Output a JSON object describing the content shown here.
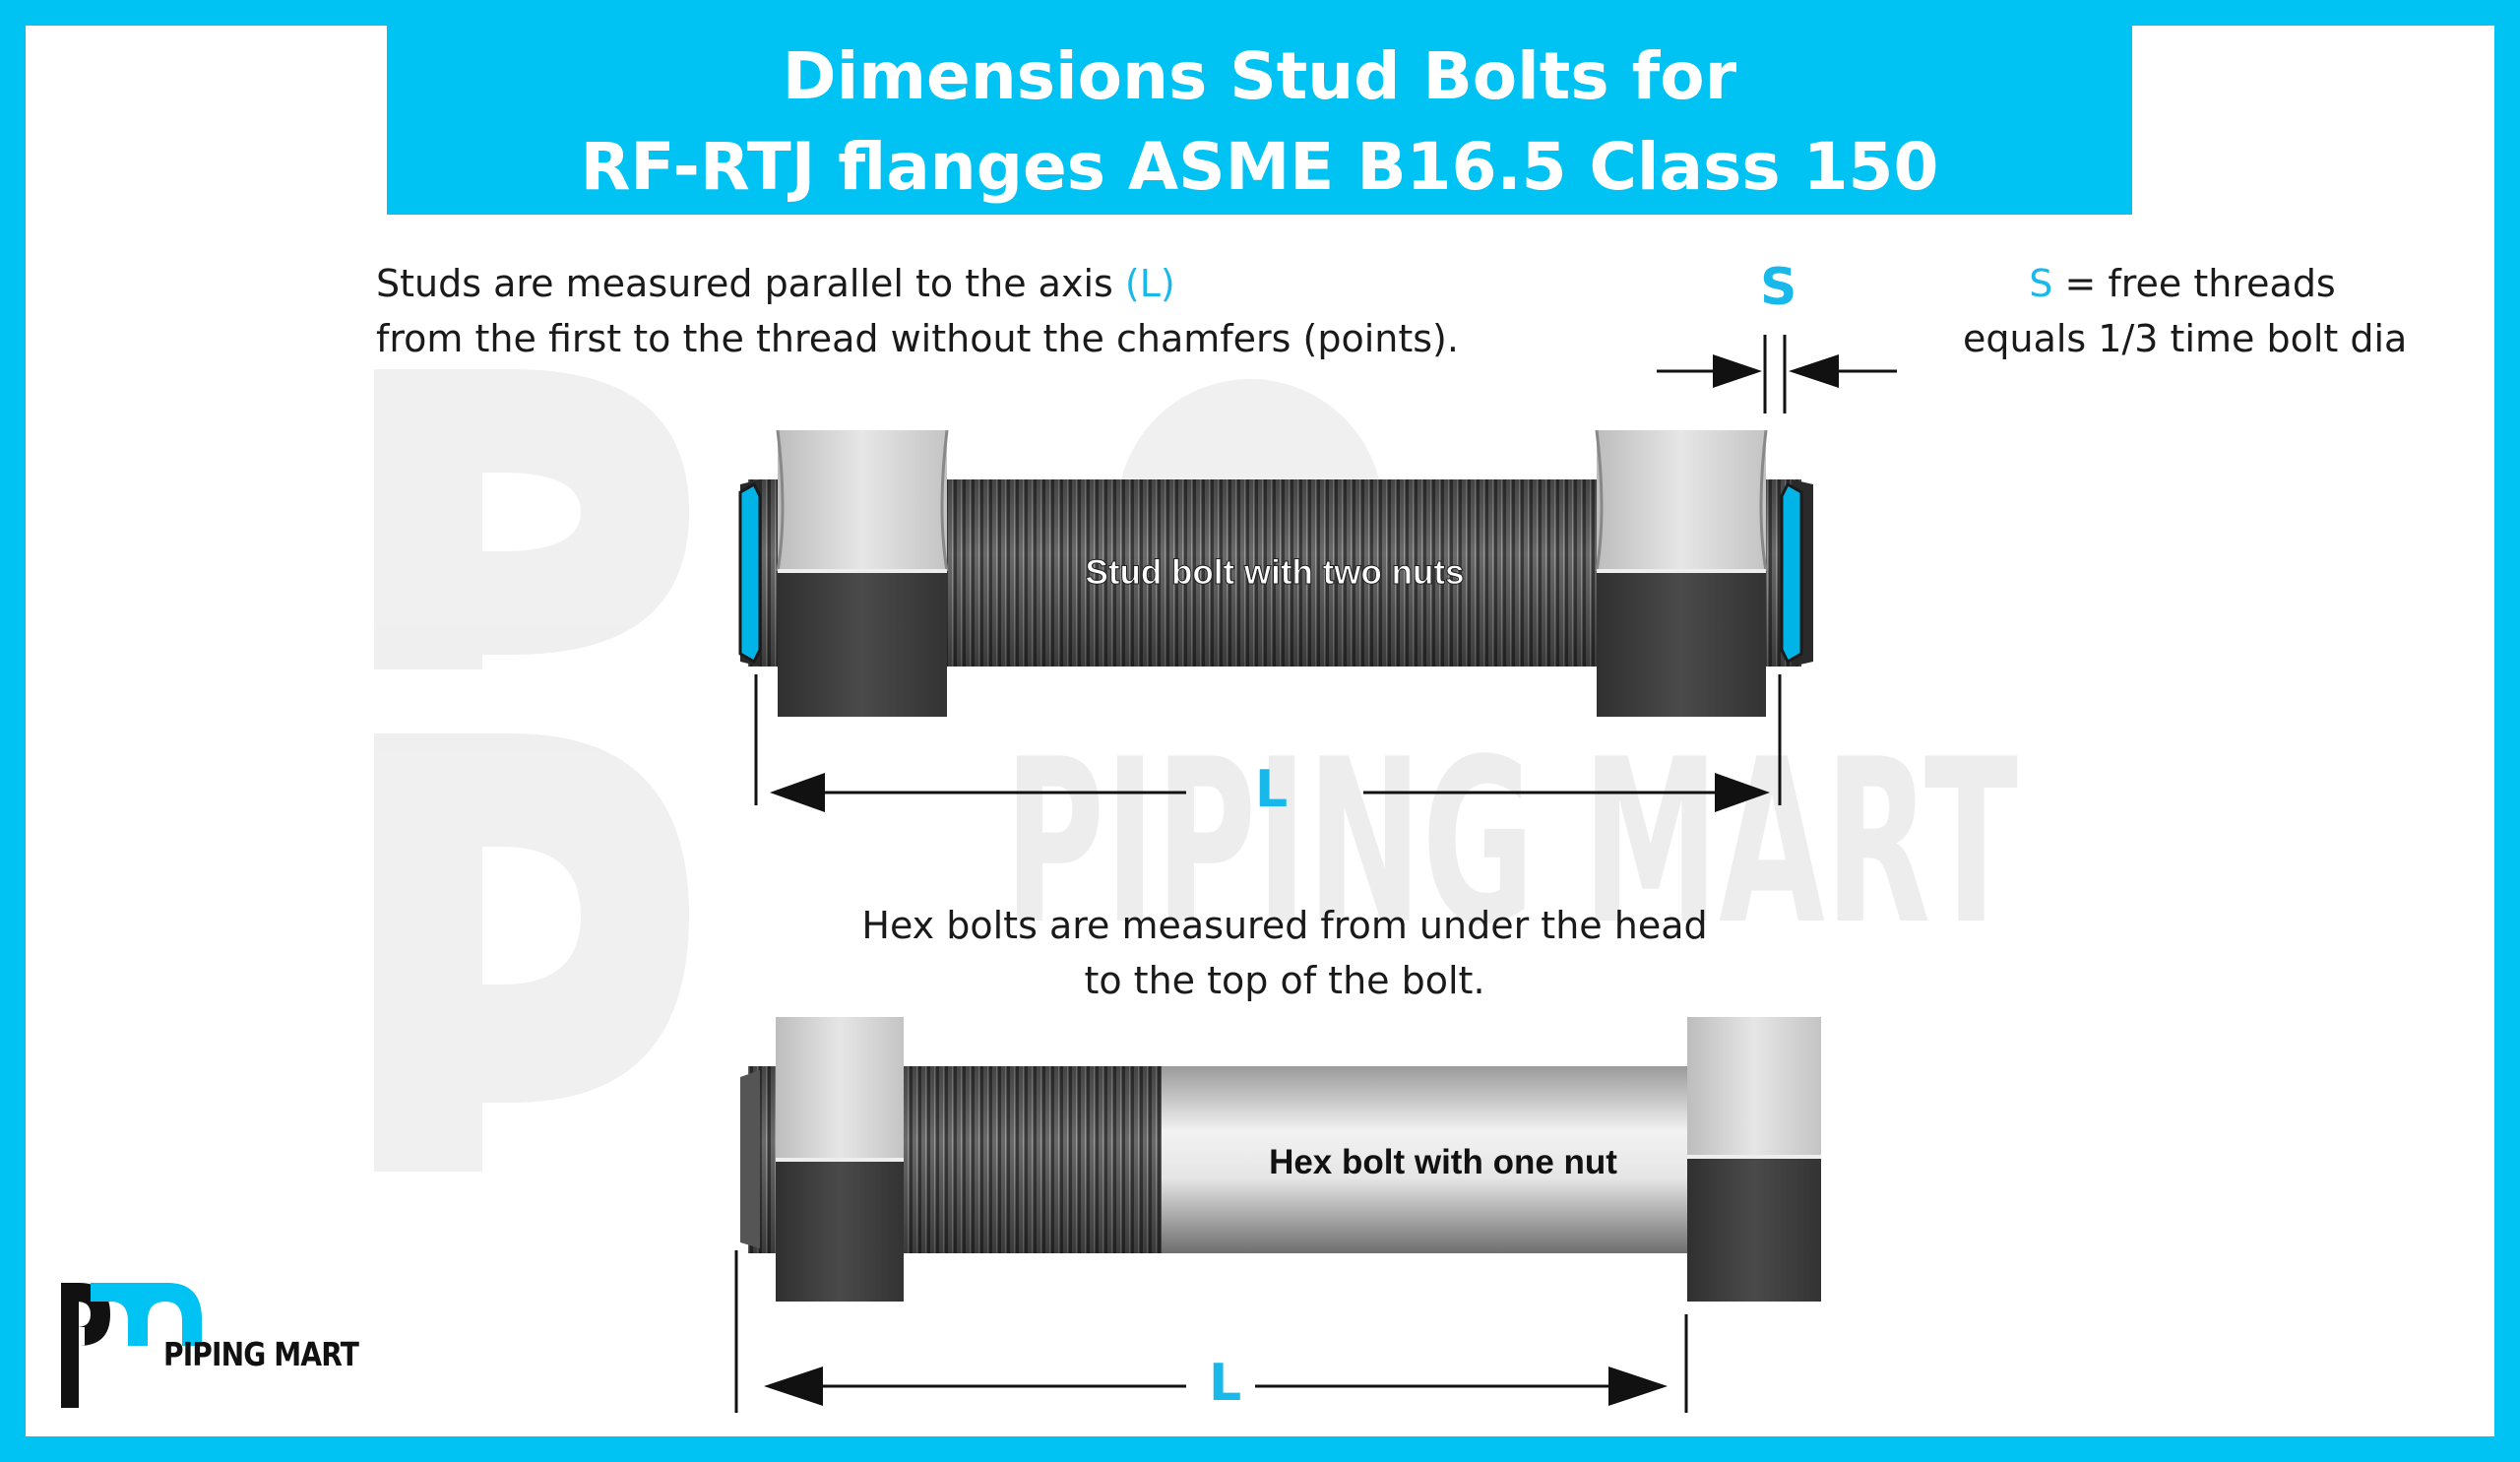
{
  "title": {
    "line1": "Dimensions Stud Bolts for",
    "line2": "RF-RTJ flanges ASME B16.5 Class 150"
  },
  "stud_note": {
    "line1_pre": "Studs are measured parallel to the axis ",
    "line1_sym": "(L)",
    "line2": "from the first to the thread without the chamfers (points)."
  },
  "s_note": {
    "sym": "S",
    "line1_post": " = free threads",
    "line2": "equals 1/3 time bolt dia"
  },
  "s_label": "S",
  "stud_figure": {
    "label": "Stud bolt with two nuts",
    "dimension": "L"
  },
  "hex_note": {
    "line1": "Hex bolts are measured from under the head",
    "line2": "to the top of the bolt."
  },
  "hex_figure": {
    "label": "Hex bolt with one nut",
    "dimension": "L"
  },
  "watermark": {
    "text": "PIPING MART"
  },
  "logo": {
    "text": "PIPING MART",
    "icon": "pm-logo-icon"
  },
  "colors": {
    "accent": "#00c2f3",
    "label_blue": "#18b8ea",
    "metal_dark": "#3a3a3a",
    "metal_light": "#d9d9d9"
  }
}
